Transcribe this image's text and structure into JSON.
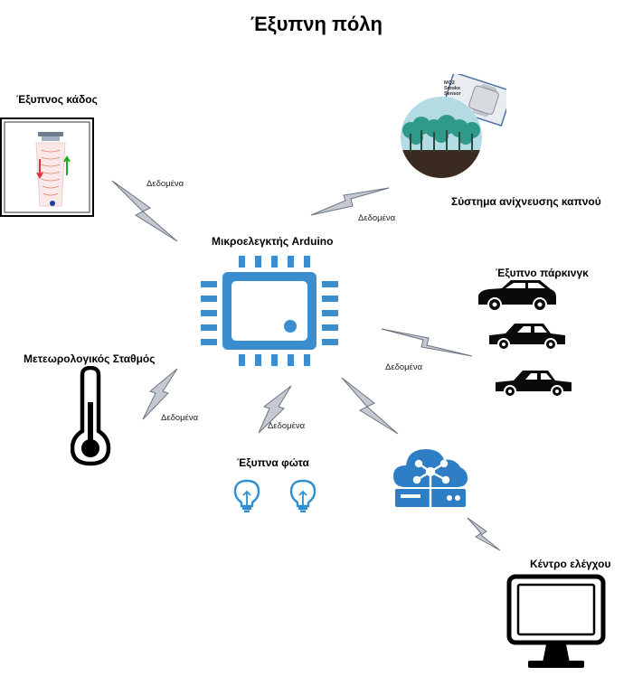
{
  "title": "Έξυπνη πόλη",
  "nodes": {
    "bin": "Έξυπνος κάδος",
    "smoke": "Σύστημα ανίχνευσης καπνού",
    "mcu": "Μικροελεγκτής Arduino",
    "parking": "Έξυπνο πάρκινγκ",
    "weather": "Μετεωρολογικός Σταθμός",
    "lights": "Έξυπνα φώτα",
    "control": "Κέντρο ελέγχου"
  },
  "edge_label": "Δεδομένα",
  "sensor_text": [
    "MQ2",
    "Smoke",
    "Sensor"
  ],
  "colors": {
    "accent_blue": "#3a8ed0",
    "bolt_fill": "#c4c9d2",
    "bolt_stroke": "#6b7482",
    "forest": "#2f9a8a",
    "sky": "#b3dbe3",
    "soil": "#3a2a20"
  },
  "icons": [
    "bin-sensor-icon",
    "smoke-sensor-icon",
    "microcontroller-icon",
    "car-icon",
    "thermometer-icon",
    "lightbulb-icon",
    "cloud-server-icon",
    "monitor-icon",
    "lightning-bolt-icon"
  ]
}
